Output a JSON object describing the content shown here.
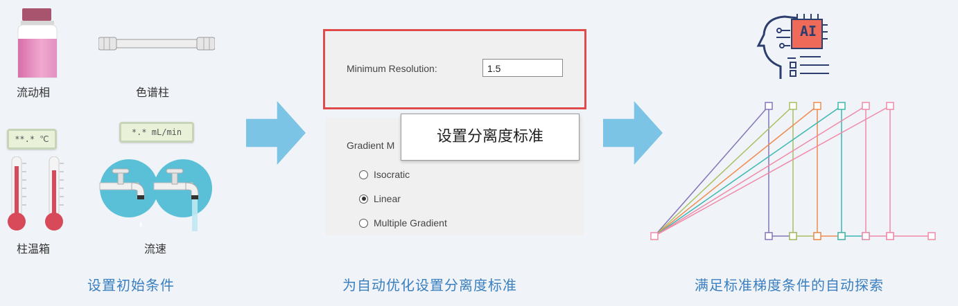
{
  "section1": {
    "mobile_phase_label": "流动相",
    "column_label": "色谱柱",
    "column_oven_label": "柱温箱",
    "flow_rate_label": "流速",
    "temp_display": "**.* ℃",
    "flow_display": "*.* mL/min",
    "caption": "设置初始条件"
  },
  "section2": {
    "min_resolution_label": "Minimum Resolution:",
    "min_resolution_value": "1.5",
    "gradient_mode_label": "Gradient M",
    "options": [
      "Isocratic",
      "Linear",
      "Multiple Gradient"
    ],
    "selected_option": "Linear",
    "callout": "设置分离度标准",
    "caption": "为自动优化设置分离度标准",
    "highlight_color": "#e04a4a"
  },
  "section3": {
    "ai_badge": "AI",
    "caption": "满足标准梯度条件的自动探索",
    "line_colors": [
      "#8474b8",
      "#a8c060",
      "#f08a50",
      "#3ab8b0",
      "#f08aa8",
      "#f08aa8"
    ]
  },
  "colors": {
    "arrow": "#7cc4e6",
    "caption": "#3a7fc0",
    "background": "#f0f3f7"
  }
}
